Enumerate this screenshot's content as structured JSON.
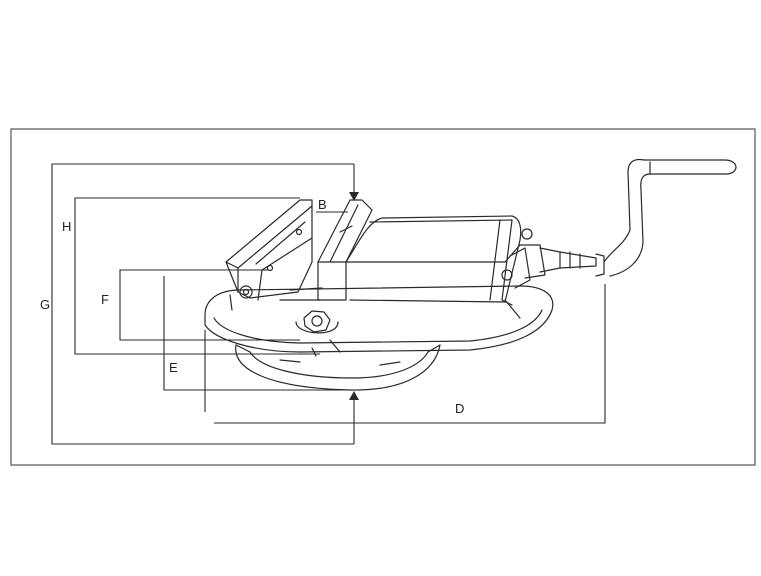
{
  "figure": {
    "description_free": true,
    "labels": {
      "B": "B",
      "D": "D",
      "E": "E",
      "F": "F",
      "G": "G",
      "H": "H"
    },
    "colors": {
      "line": "#2a2a2a",
      "background": "#ffffff",
      "frame": "#555555"
    }
  }
}
